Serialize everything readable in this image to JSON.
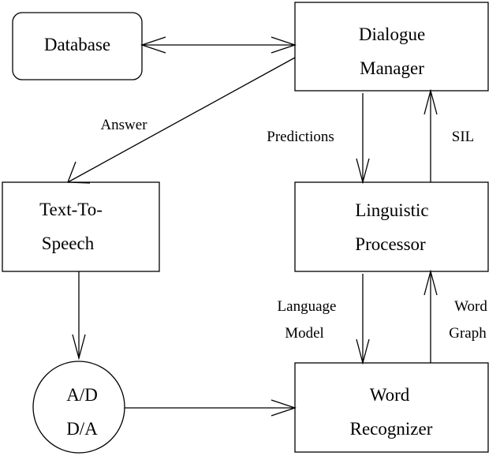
{
  "nodes": {
    "database": {
      "lines": [
        "Database"
      ]
    },
    "dialogue_manager": {
      "lines": [
        "Dialogue",
        "Manager"
      ]
    },
    "text_to_speech": {
      "lines": [
        "Text-To-",
        "Speech"
      ]
    },
    "linguistic_processor": {
      "lines": [
        "Linguistic",
        "Processor"
      ]
    },
    "ad_da": {
      "lines": [
        "A/D",
        "D/A"
      ]
    },
    "word_recognizer": {
      "lines": [
        "Word",
        "Recognizer"
      ]
    }
  },
  "edges": {
    "answer": {
      "lines": [
        "Answer"
      ]
    },
    "predictions": {
      "lines": [
        "Predictions"
      ]
    },
    "sil": {
      "lines": [
        "SIL"
      ]
    },
    "language_model": {
      "lines": [
        "Language",
        "Model"
      ]
    },
    "word_graph": {
      "lines": [
        "Word",
        "Graph"
      ]
    }
  }
}
